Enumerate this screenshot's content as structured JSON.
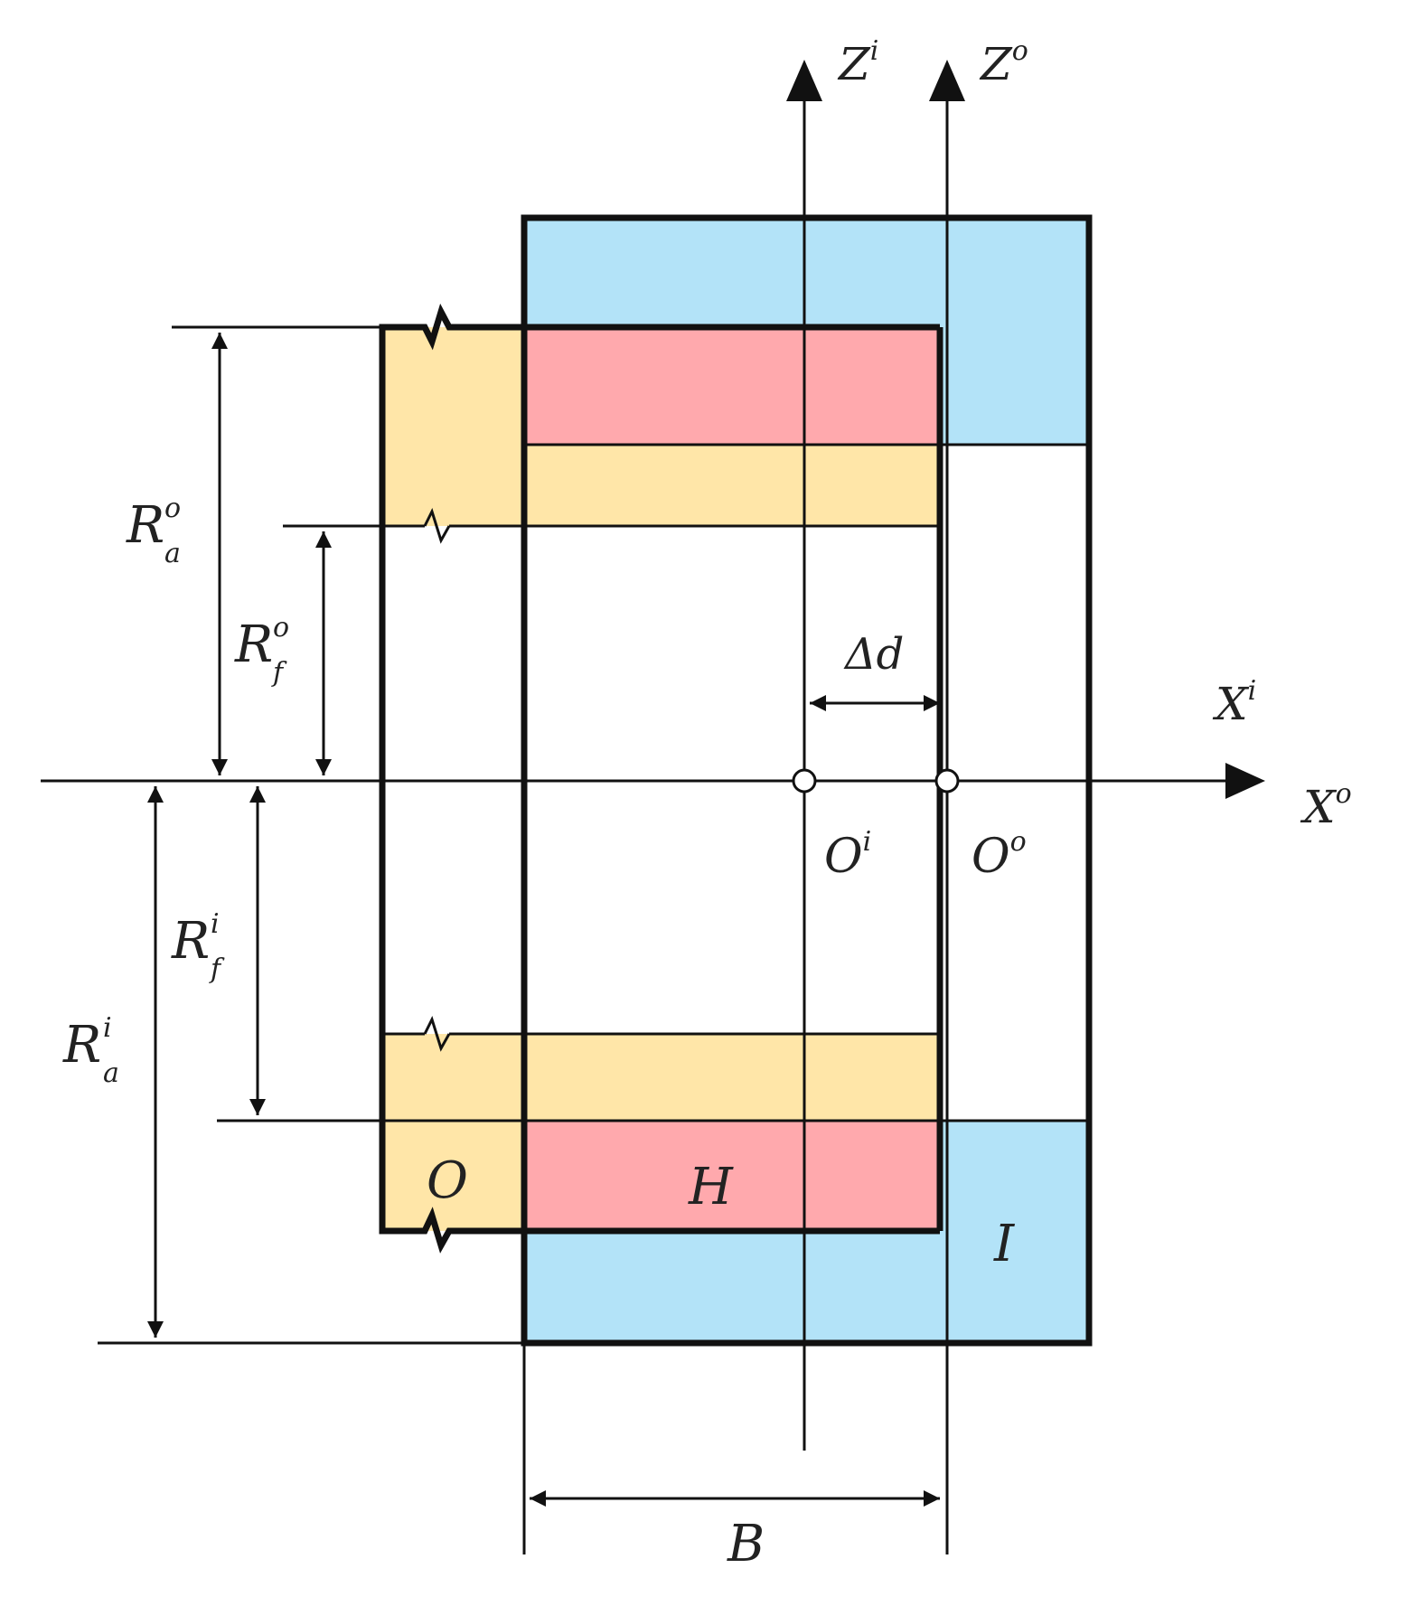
{
  "colors": {
    "outer_ring": "#b3e3f8",
    "hub": "#ffa9ad",
    "inner_part": "#ffe6a8",
    "line": "#111111"
  },
  "labels": {
    "z_inner": {
      "base": "Z",
      "sup": "i"
    },
    "z_outer": {
      "base": "Z",
      "sup": "o"
    },
    "x_inner": {
      "base": "X",
      "sup": "i"
    },
    "x_outer": {
      "base": "X",
      "sup": "o"
    },
    "origin_inner": {
      "base": "O",
      "sup": "i"
    },
    "origin_outer": {
      "base": "O",
      "sup": "o"
    },
    "offset": "Δd",
    "width": "B",
    "ra_outer": {
      "base": "R",
      "sup": "o",
      "sub": "a"
    },
    "rf_outer": {
      "base": "R",
      "sup": "o",
      "sub": "f"
    },
    "rf_inner": {
      "base": "R",
      "sup": "i",
      "sub": "f"
    },
    "ra_inner": {
      "base": "R",
      "sup": "i",
      "sub": "a"
    },
    "part_o": "O",
    "part_h": "H",
    "part_i": "I"
  }
}
